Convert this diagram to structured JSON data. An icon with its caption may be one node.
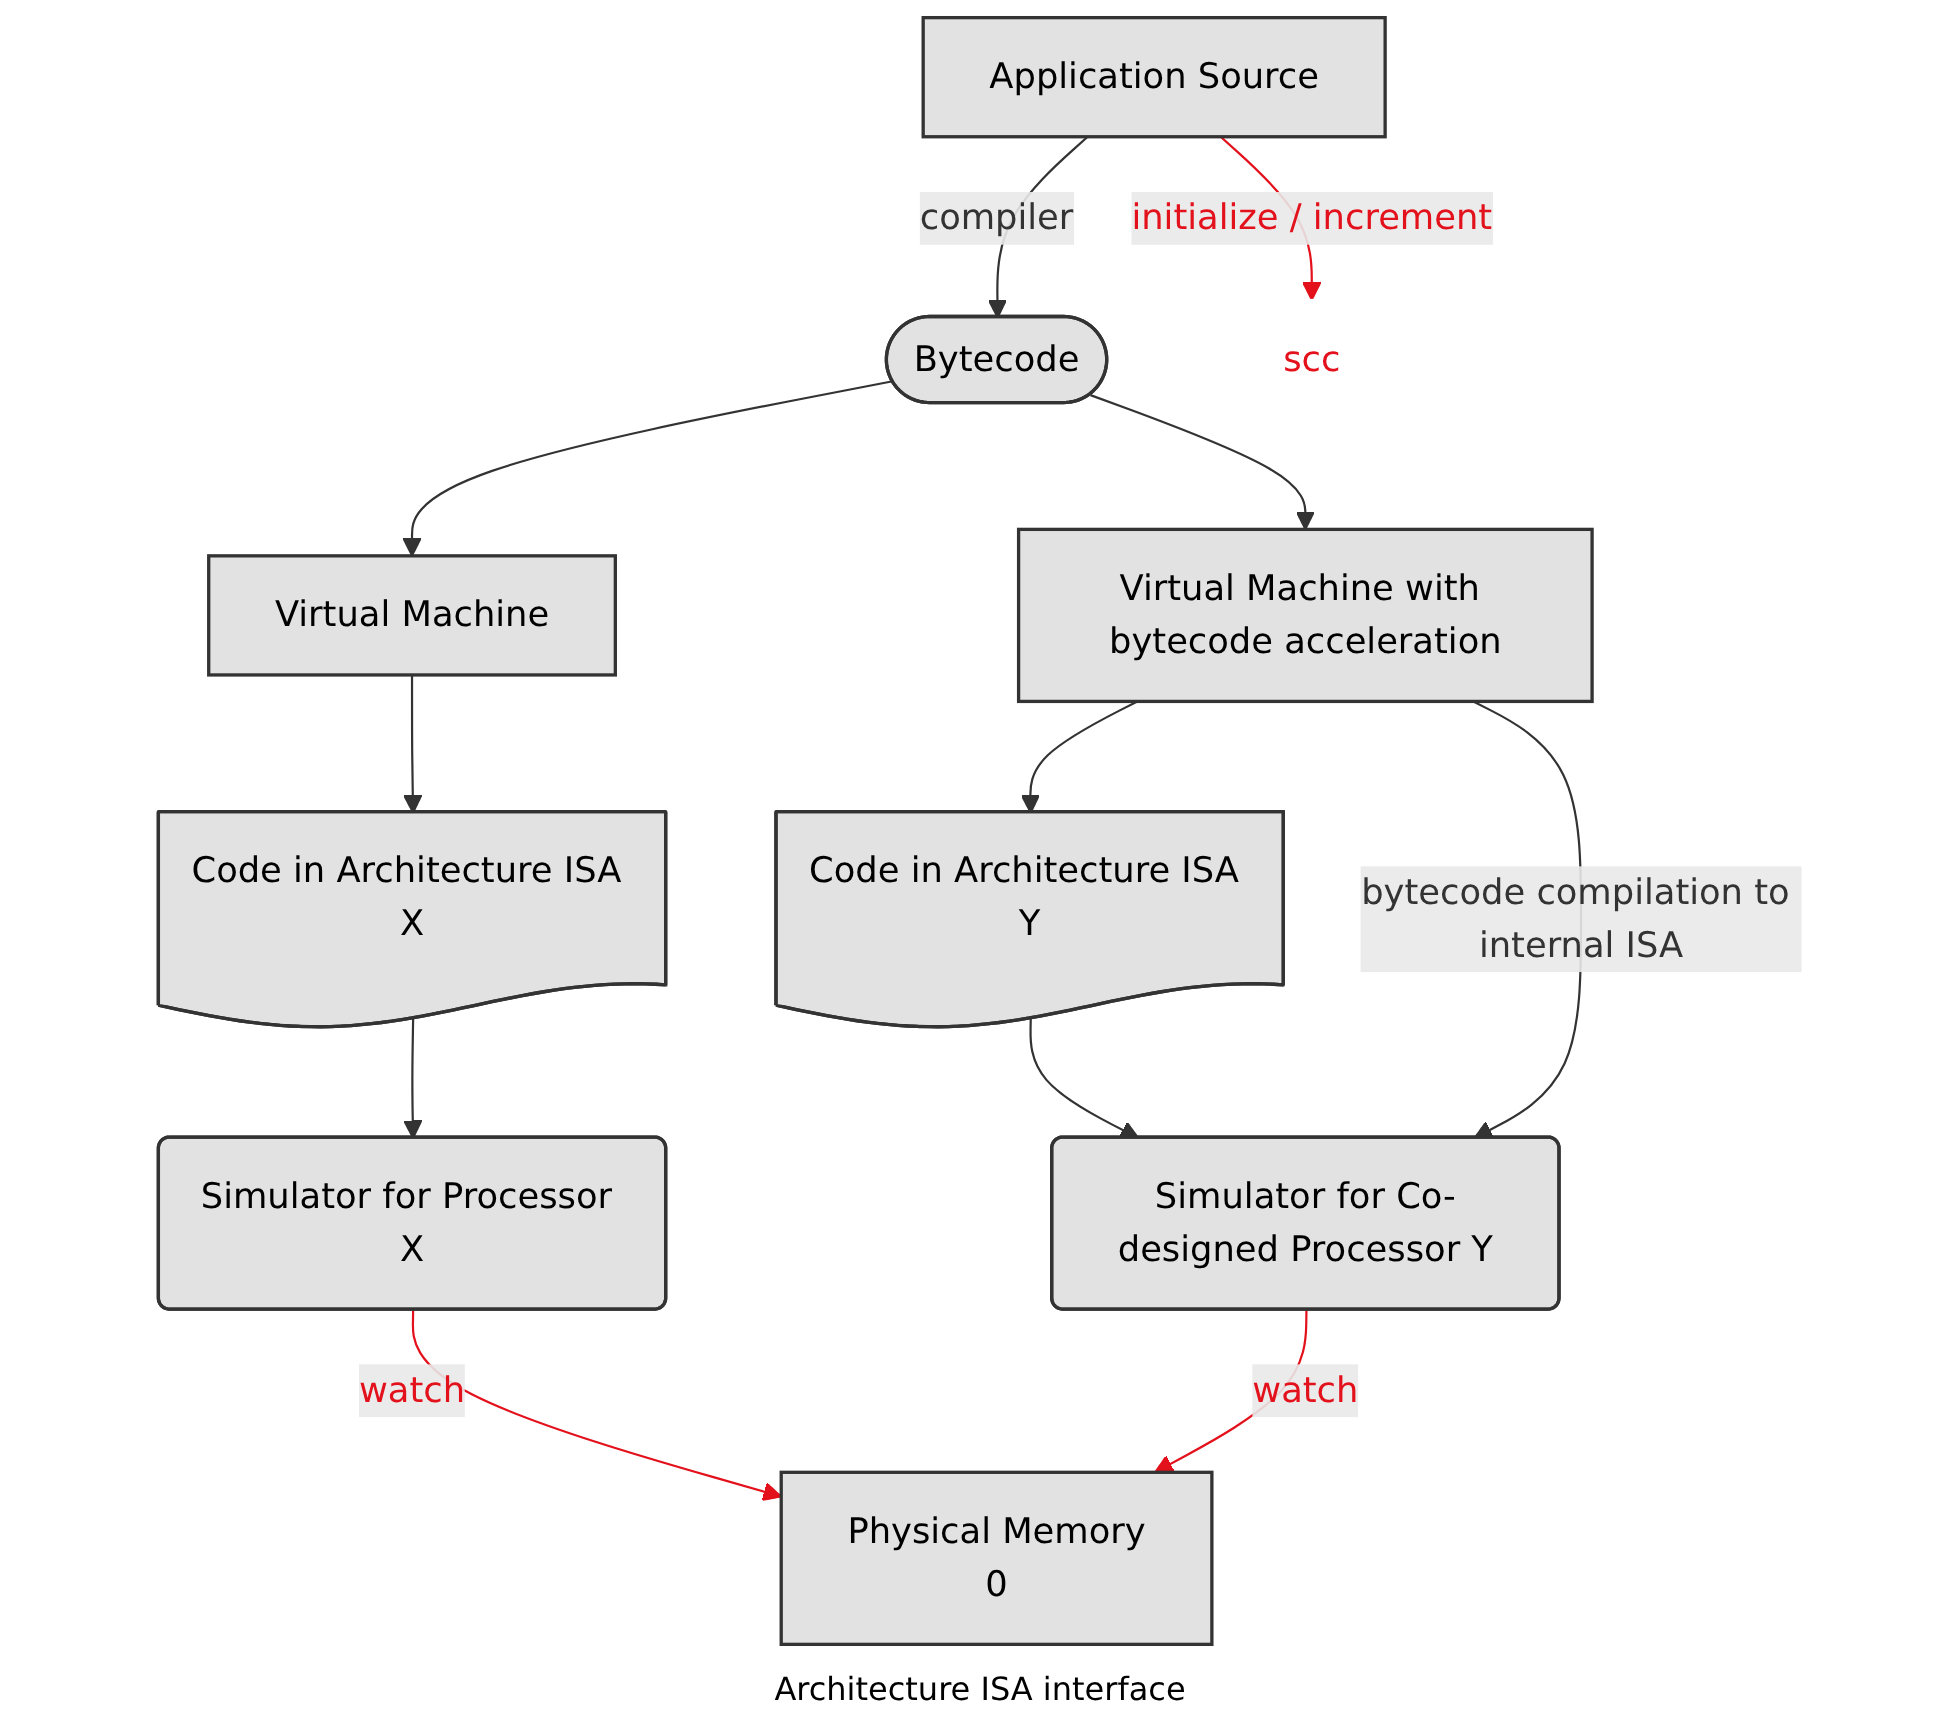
{
  "diagram": {
    "nodes": [
      {
        "text": [
          "Application Source"
        ]
      },
      {
        "text": [
          "Bytecode"
        ]
      },
      {
        "text": [
          "Virtual Machine"
        ]
      },
      {
        "text": [
          "Virtual Machine with bytecode acceleration"
        ]
      },
      {
        "text": [
          "Code in Architecture ISA X"
        ]
      },
      {
        "text": [
          "Code in Architecture ISA Y"
        ]
      },
      {
        "text": [
          "Simulator for Processor X"
        ]
      },
      {
        "text": [
          "Simulator for Co-designed Processor Y"
        ]
      },
      {
        "text": [
          "Physical Memory",
          "0"
        ]
      },
      {
        "text": [
          "scc"
        ]
      }
    ],
    "edges": [
      {
        "from": 0,
        "to": 1,
        "arrow": "to",
        "label": "compiler"
      },
      {
        "from": 1,
        "to": 2,
        "arrow": "to"
      },
      {
        "from": 1,
        "to": 3,
        "arrow": "to"
      },
      {
        "from": 2,
        "to": 4,
        "arrow": "to"
      },
      {
        "from": 3,
        "to": 5,
        "arrow": "to"
      },
      {
        "from": 4,
        "to": 6,
        "arrow": "to"
      },
      {
        "from": 5,
        "to": 7,
        "arrow": "to"
      },
      {
        "from": 3,
        "to": 7,
        "arrow": "to",
        "label": "bytecode compilation to internal ISA"
      },
      {
        "from": 0,
        "to": 9,
        "arrow": "to",
        "label": "initialize / increment",
        "color": "#e3111b"
      },
      {
        "from": 6,
        "to": 8,
        "arrow": "to",
        "label": "watch",
        "color": "#e3111b"
      },
      {
        "from": 7,
        "to": 8,
        "arrow": "to",
        "label": "watch",
        "color": "#e3111b"
      }
    ],
    "labels": [
      "Architecture ISA interface"
    ]
  }
}
